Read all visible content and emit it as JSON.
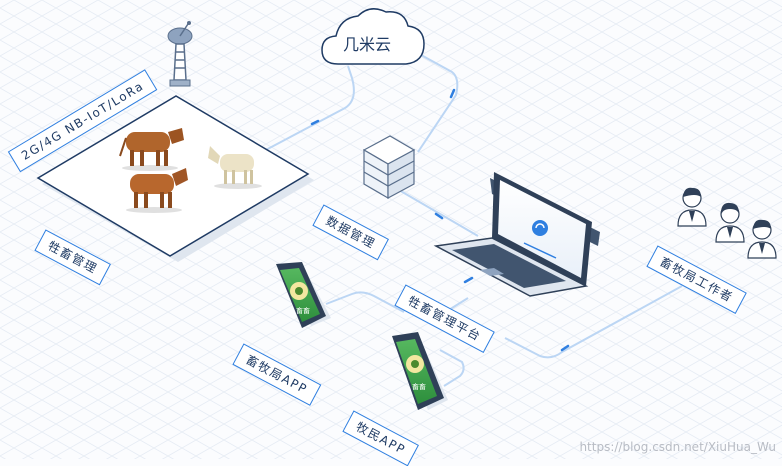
{
  "labels": {
    "cloud": "几米云",
    "network": "2G/4G NB-IoT/LoRa",
    "livestock_mgmt": "牲畜管理",
    "data_mgmt": "数据管理",
    "platform": "牲畜管理平台",
    "bureau_app": "畜牧局APP",
    "herder_app": "牧民APP",
    "bureau_staff": "畜牧局工作者",
    "app_icon_text": "畜畜"
  },
  "watermark": "https://blog.csdn.net/XiuHua_Wu",
  "colors": {
    "accent": "#2f7fe0",
    "line": "#bcd6f4",
    "text": "#1f3b64",
    "phone_green": "#3da44a",
    "grid": "#e4eaf2"
  }
}
